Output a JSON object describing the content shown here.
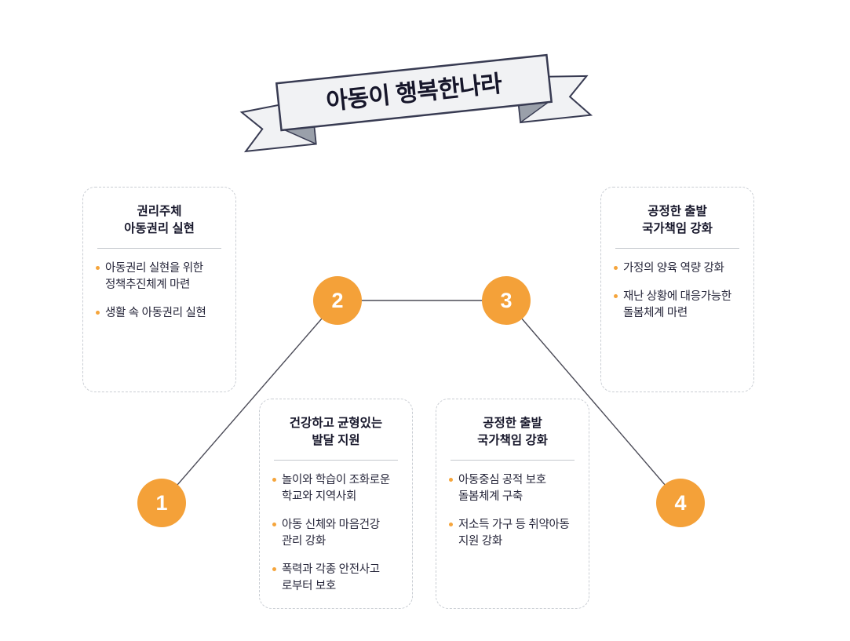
{
  "banner": {
    "title": "아동이 행복한나라"
  },
  "nodes": [
    {
      "number": "1"
    },
    {
      "number": "2"
    },
    {
      "number": "3"
    },
    {
      "number": "4"
    }
  ],
  "cards": [
    {
      "title_lines": [
        "권리주체",
        "아동권리 실현"
      ],
      "bullets": [
        "아동권리 실현을 위한 정책추진체계 마련",
        "생활 속 아동권리 실현"
      ]
    },
    {
      "title_lines": [
        "건강하고 균형있는",
        "발달 지원"
      ],
      "bullets": [
        "놀이와 학습이 조화로운 학교와 지역사회",
        "아동 신체와 마음건강 관리 강화",
        "폭력과 각종 안전사고 로부터 보호"
      ]
    },
    {
      "title_lines": [
        "공정한 출발",
        "국가책임 강화"
      ],
      "bullets": [
        "아동중심 공적 보호 돌봄체계 구축",
        "저소득 가구 등 취약아동 지원 강화"
      ]
    },
    {
      "title_lines": [
        "공정한 출발",
        "국가책임 강화"
      ],
      "bullets": [
        "가정의 양육 역량 강화",
        "재난 상황에 대응가능한 돌봄체계 마련"
      ]
    }
  ],
  "colors": {
    "accent_orange": "#F4A139",
    "bullet_orange": "#F5A53C",
    "connector_line": "#4B4B57",
    "ribbon_fill": "#F1F2F4",
    "ribbon_stroke": "#383B52",
    "ribbon_fold": "#9AA0AA",
    "text_dark": "#17172B"
  }
}
